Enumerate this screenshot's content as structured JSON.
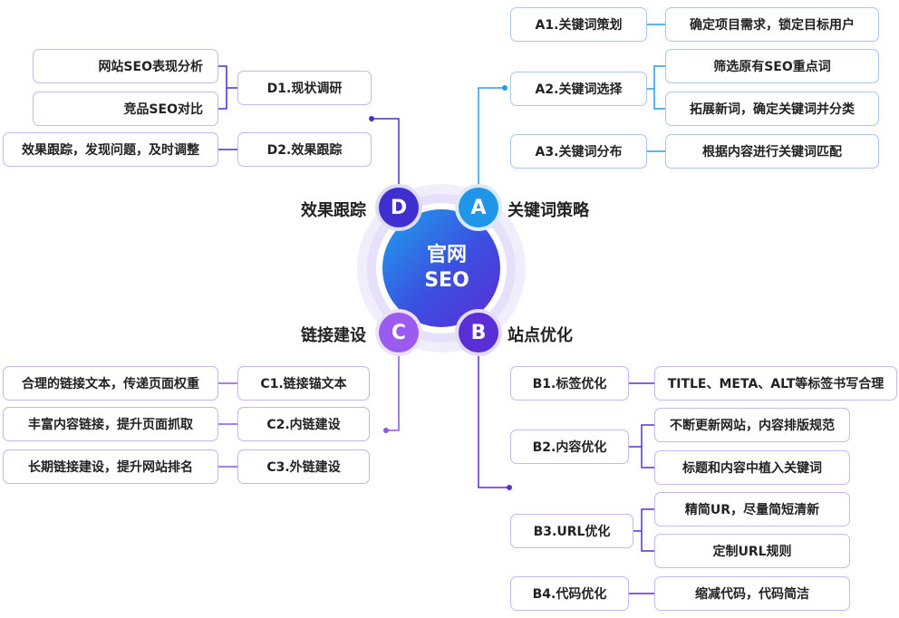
{
  "center": {
    "line1": "官网",
    "line2": "SEO"
  },
  "branches": {
    "A": {
      "letter": "A",
      "label": "关键词策略",
      "items": [
        {
          "title": "A1.关键词策划",
          "details": [
            "确定项目需求，锁定目标用户"
          ]
        },
        {
          "title": "A2.关键词选择",
          "details": [
            "筛选原有SEO重点词",
            "拓展新词，确定关键词并分类"
          ]
        },
        {
          "title": "A3.关键词分布",
          "details": [
            "根据内容进行关键词匹配"
          ]
        }
      ]
    },
    "B": {
      "letter": "B",
      "label": "站点优化",
      "items": [
        {
          "title": "B1.标签优化",
          "details": [
            "TITLE、META、ALT等标签书写合理"
          ]
        },
        {
          "title": "B2.内容优化",
          "details": [
            "不断更新网站，内容排版规范",
            "标题和内容中植入关键词"
          ]
        },
        {
          "title": "B3.URL优化",
          "details": [
            "精简UR，尽量简短清新",
            "定制URL规则"
          ]
        },
        {
          "title": "B4.代码优化",
          "details": [
            "缩减代码，代码简洁"
          ]
        }
      ]
    },
    "C": {
      "letter": "C",
      "label": "链接建设",
      "items": [
        {
          "title": "C1.链接锚文本",
          "details": [
            "合理的链接文本，传递页面权重"
          ]
        },
        {
          "title": "C2.内链建设",
          "details": [
            "丰富内容链接，提升页面抓取"
          ]
        },
        {
          "title": "C3.外链建设",
          "details": [
            "长期链接建设，提升网站排名"
          ]
        }
      ]
    },
    "D": {
      "letter": "D",
      "label": "效果跟踪",
      "items": [
        {
          "title": "D1.现状调研",
          "details": [
            "网站SEO表现分析",
            "竞品SEO对比"
          ]
        },
        {
          "title": "D2.效果跟踪",
          "details": [
            "效果跟踪，发现问题，及时调整"
          ]
        }
      ]
    }
  },
  "colors": {
    "A": "#2196e8",
    "B": "#5b2fd6",
    "C": "#9a5cf0",
    "D": "#3f2fd0",
    "blue_line": "#2a9be6",
    "purple_line": "#6a3fd8"
  }
}
